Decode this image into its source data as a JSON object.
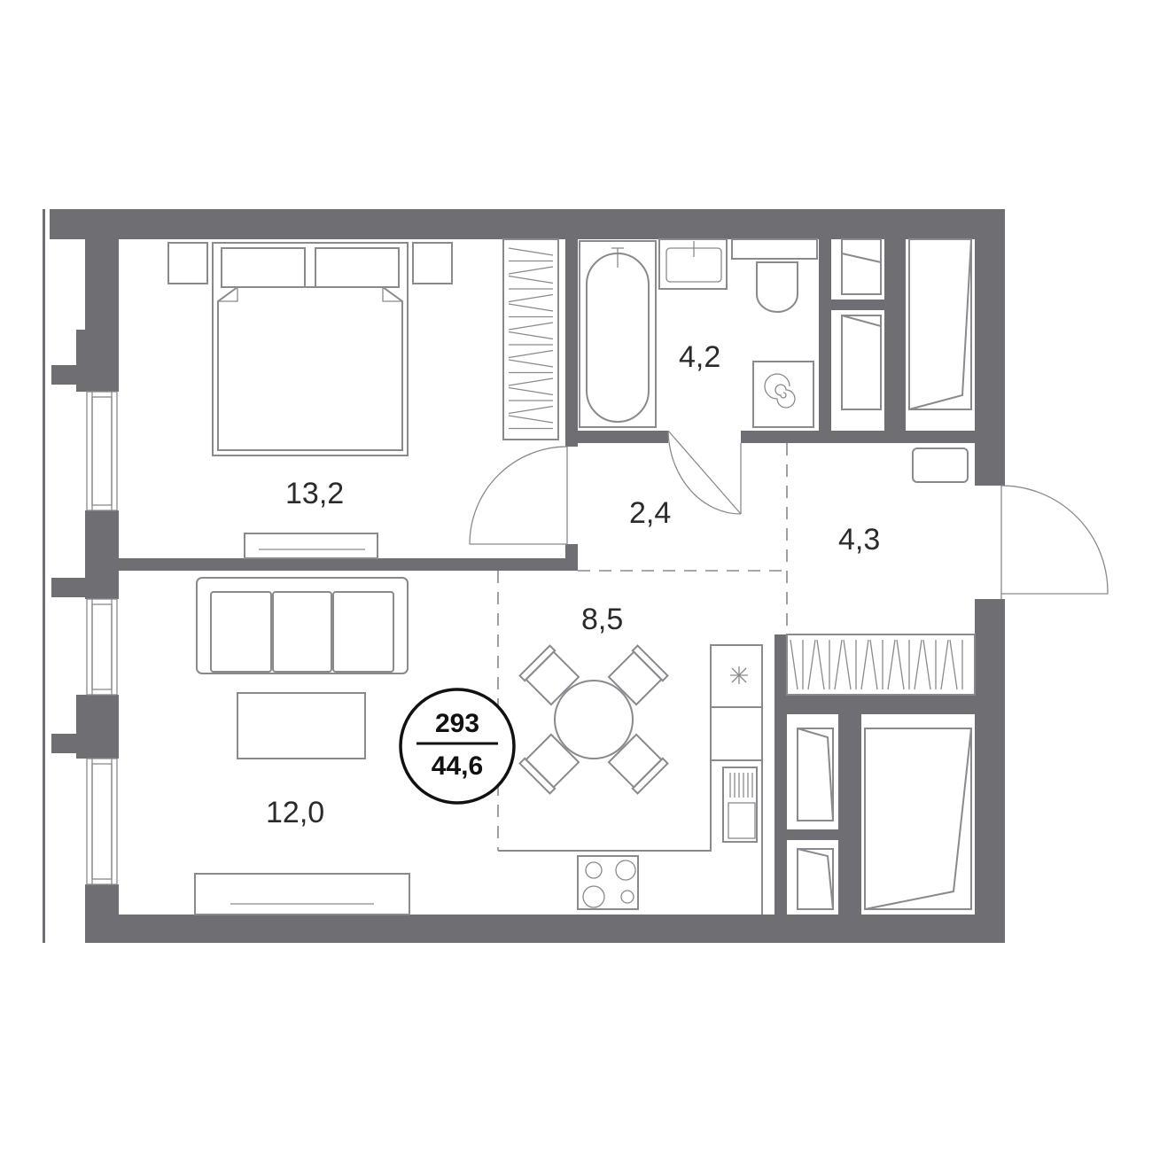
{
  "colors": {
    "wall": "#6f6e73",
    "line": "#8a898e",
    "badge": "#111111"
  },
  "rooms": {
    "bedroom": {
      "area": "13,2"
    },
    "bathroom": {
      "area": "4,2"
    },
    "hall_small": {
      "area": "2,4"
    },
    "entrance": {
      "area": "4,3"
    },
    "kitchen": {
      "area": "8,5"
    },
    "living": {
      "area": "12,0"
    }
  },
  "badge": {
    "number": "293",
    "total_area": "44,6"
  }
}
